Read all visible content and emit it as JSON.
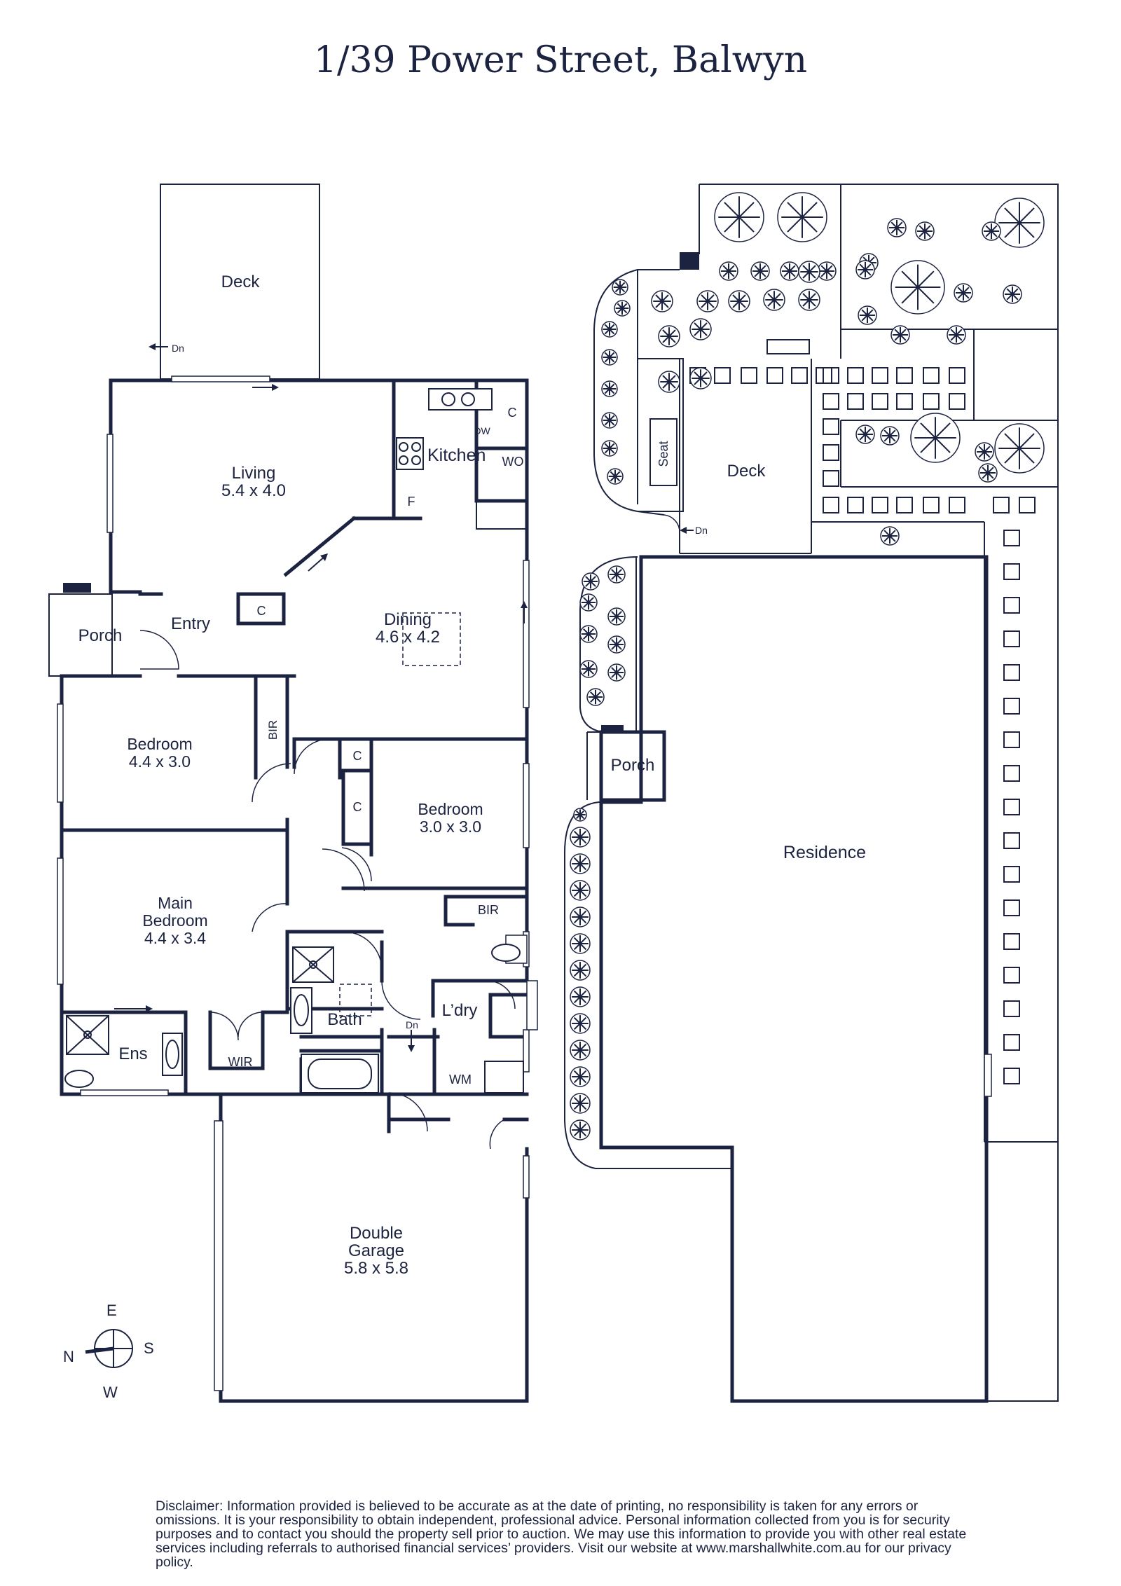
{
  "title": "1/39 Power Street, Balwyn",
  "rooms": {
    "deck_top": "Deck",
    "living": "Living",
    "living_dim": "5.4 x 4.0",
    "kitchen": "Kitchen",
    "dw": "DW",
    "c_kitchen": "C",
    "wo": "WO",
    "f": "F",
    "c_entry": "C",
    "dining": "Dining",
    "dining_dim": "4.6 x 4.2",
    "porch_left": "Porch",
    "entry": "Entry",
    "bedroom1": "Bedroom",
    "bedroom1_dim": "4.4 x 3.0",
    "bir_left": "BIR",
    "c_hall1": "C",
    "c_hall2": "C",
    "bedroom2": "Bedroom",
    "bedroom2_dim": "3.0 x 3.0",
    "bir_right": "BIR",
    "main_bedroom_1": "Main",
    "main_bedroom_2": "Bedroom",
    "main_bedroom_dim": "4.4 x 3.4",
    "ens": "Ens",
    "wir": "WIR",
    "bath": "Bath",
    "ldry": "L’dry",
    "dn_ldry": "Dn",
    "wm": "WM",
    "garage_1": "Double",
    "garage_2": "Garage",
    "garage_dim": "5.8 x 5.8",
    "dn_deck": "Dn"
  },
  "site": {
    "seat": "Seat",
    "deck": "Deck",
    "dn": "Dn",
    "porch": "Porch",
    "residence": "Residence"
  },
  "compass": {
    "e": "E",
    "s": "S",
    "n": "N",
    "w": "W"
  },
  "disclaimer": "Disclaimer: Information provided is believed to be accurate as at the date of printing, no responsibility is taken for any errors or omissions. It is your responsibility to obtain independent, professional advice. Personal information collected from you is for security purposes and to contact you should the property sell prior to auction. We may use this information to provide you with other real estate services including referrals to authorised financial services’ providers. Visit our website at www.marshallwhite.com.au for our privacy policy."
}
